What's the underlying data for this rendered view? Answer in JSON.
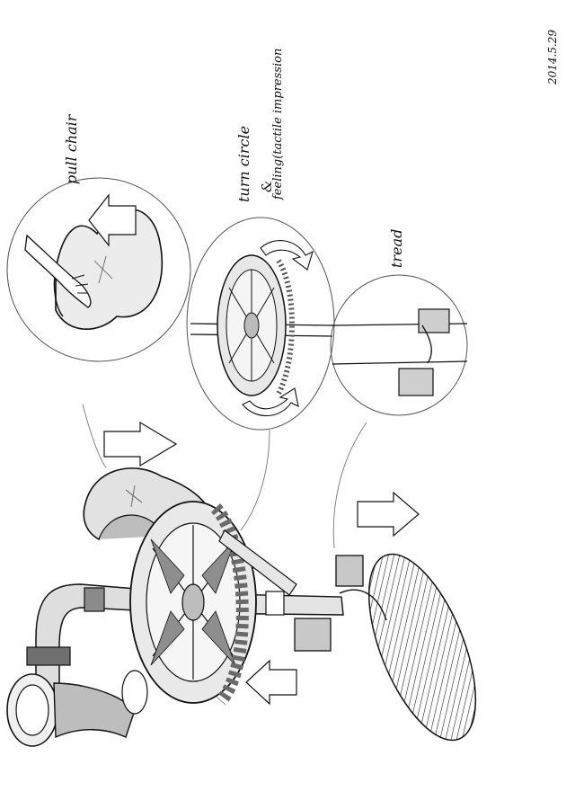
{
  "annotations": {
    "pull_chair": "pull chair",
    "turn_circle": "turn circle",
    "ampersand": "&",
    "feeling": "feeling(tactile impression",
    "tread": "tread",
    "signature": "2014.5.29"
  },
  "colors": {
    "ink": "#111111",
    "marker_light": "#dcdcdc",
    "marker_mid": "#a9a9a9",
    "marker_dark": "#6f6f6f",
    "paper": "#ffffff"
  }
}
